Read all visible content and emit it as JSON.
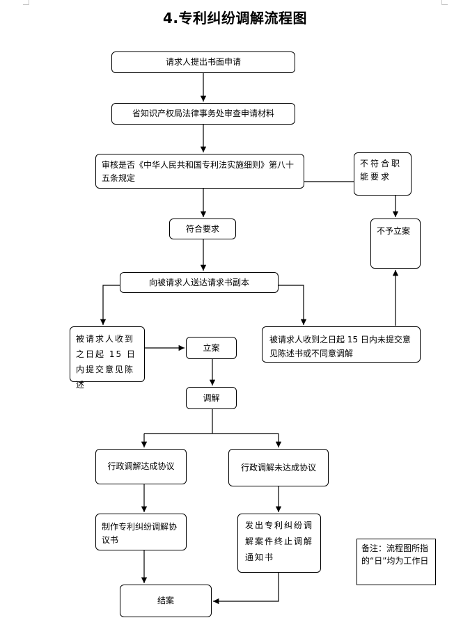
{
  "title": "4.专利纠纷调解流程图",
  "nodes": {
    "submit": "请求人提出书面申请",
    "review_materials": "省知识产权局法律事务处审查申请材料",
    "check_rule": "审核是否《中华人民共和国专利法实施细则》第八十五条规定",
    "not_comply": "不符合职能要求",
    "comply": "符合要求",
    "no_case": "不予立案",
    "send_copy": "向被请求人送达请求书副本",
    "respondent_reply": "被请求人收到之日起 15 日内提交意见陈述",
    "respondent_no_reply": "被请求人收到之日起 15 日内未提交意见陈述书或不同意调解",
    "file_case": "立案",
    "mediate": "调解",
    "agreement_reached": "行政调解达成协议",
    "agreement_not_reached": "行政调解未达成协议",
    "make_agreement": "制作专利纠纷调解协议书",
    "termination_notice": "发出专利纠纷调解案件终止调解通知书",
    "close": "结案"
  },
  "note": "备注：流程图所指的“日”均为工作日"
}
